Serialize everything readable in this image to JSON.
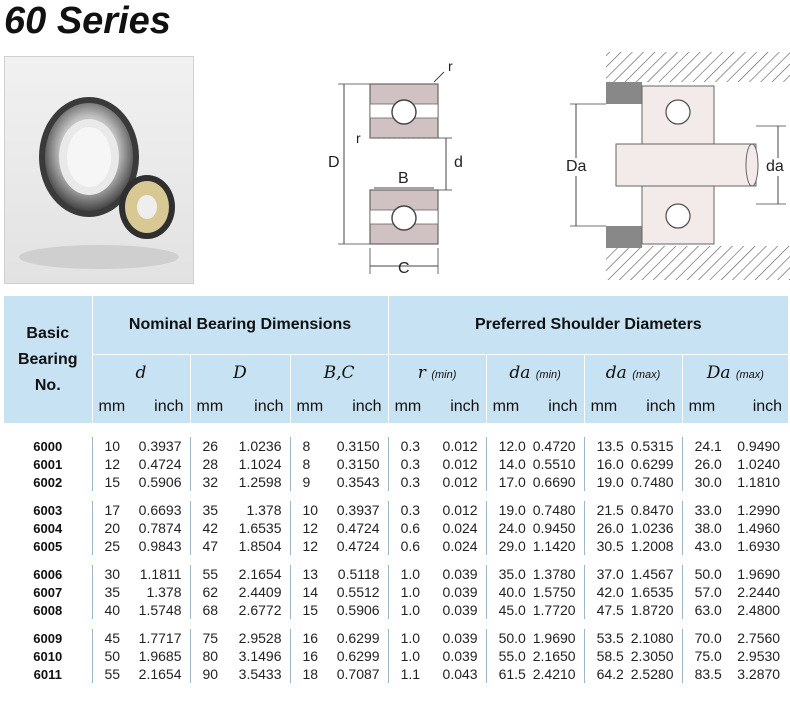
{
  "title": "60 Series",
  "diagram_labels": {
    "r": "r",
    "D": "D",
    "d": "d",
    "B": "B",
    "C": "C",
    "Da": "Da",
    "da": "da"
  },
  "table": {
    "basic_header": [
      "Basic",
      "Bearing",
      "No."
    ],
    "group_nominal": "Nominal Bearing Dimensions",
    "group_preferred": "Preferred Shoulder Diameters",
    "symbols": {
      "d": "d",
      "D": "D",
      "BC": "B,C",
      "r": "r",
      "r_sub": "(min)",
      "da_min": "da",
      "da_min_sub": "(min)",
      "da_max": "da",
      "da_max_sub": "(max)",
      "Da_max": "Da",
      "Da_max_sub": "(max)"
    },
    "unit_mm": "mm",
    "unit_inch": "inch",
    "rows": [
      [
        "6000",
        "10",
        "0.3937",
        "26",
        "1.0236",
        "8",
        "0.3150",
        "0.3",
        "0.012",
        "12.0",
        "0.4720",
        "13.5",
        "0.5315",
        "24.1",
        "0.9490"
      ],
      [
        "6001",
        "12",
        "0.4724",
        "28",
        "1.1024",
        "8",
        "0.3150",
        "0.3",
        "0.012",
        "14.0",
        "0.5510",
        "16.0",
        "0.6299",
        "26.0",
        "1.0240"
      ],
      [
        "6002",
        "15",
        "0.5906",
        "32",
        "1.2598",
        "9",
        "0.3543",
        "0.3",
        "0.012",
        "17.0",
        "0.6690",
        "19.0",
        "0.7480",
        "30.0",
        "1.1810"
      ],
      [
        "6003",
        "17",
        "0.6693",
        "35",
        "1.378",
        "10",
        "0.3937",
        "0.3",
        "0.012",
        "19.0",
        "0.7480",
        "21.5",
        "0.8470",
        "33.0",
        "1.2990"
      ],
      [
        "6004",
        "20",
        "0.7874",
        "42",
        "1.6535",
        "12",
        "0.4724",
        "0.6",
        "0.024",
        "24.0",
        "0.9450",
        "26.0",
        "1.0236",
        "38.0",
        "1.4960"
      ],
      [
        "6005",
        "25",
        "0.9843",
        "47",
        "1.8504",
        "12",
        "0.4724",
        "0.6",
        "0.024",
        "29.0",
        "1.1420",
        "30.5",
        "1.2008",
        "43.0",
        "1.6930"
      ],
      [
        "6006",
        "30",
        "1.1811",
        "55",
        "2.1654",
        "13",
        "0.5118",
        "1.0",
        "0.039",
        "35.0",
        "1.3780",
        "37.0",
        "1.4567",
        "50.0",
        "1.9690"
      ],
      [
        "6007",
        "35",
        "1.378",
        "62",
        "2.4409",
        "14",
        "0.5512",
        "1.0",
        "0.039",
        "40.0",
        "1.5750",
        "42.0",
        "1.6535",
        "57.0",
        "2.2440"
      ],
      [
        "6008",
        "40",
        "1.5748",
        "68",
        "2.6772",
        "15",
        "0.5906",
        "1.0",
        "0.039",
        "45.0",
        "1.7720",
        "47.5",
        "1.8720",
        "63.0",
        "2.4800"
      ],
      [
        "6009",
        "45",
        "1.7717",
        "75",
        "2.9528",
        "16",
        "0.6299",
        "1.0",
        "0.039",
        "50.0",
        "1.9690",
        "53.5",
        "2.1080",
        "70.0",
        "2.7560"
      ],
      [
        "6010",
        "50",
        "1.9685",
        "80",
        "3.1496",
        "16",
        "0.6299",
        "1.0",
        "0.039",
        "55.0",
        "2.1650",
        "58.5",
        "2.3050",
        "75.0",
        "2.9530"
      ],
      [
        "6011",
        "55",
        "2.1654",
        "90",
        "3.5433",
        "18",
        "0.7087",
        "1.1",
        "0.043",
        "61.5",
        "2.4210",
        "64.2",
        "2.5280",
        "83.5",
        "3.2870"
      ]
    ]
  }
}
